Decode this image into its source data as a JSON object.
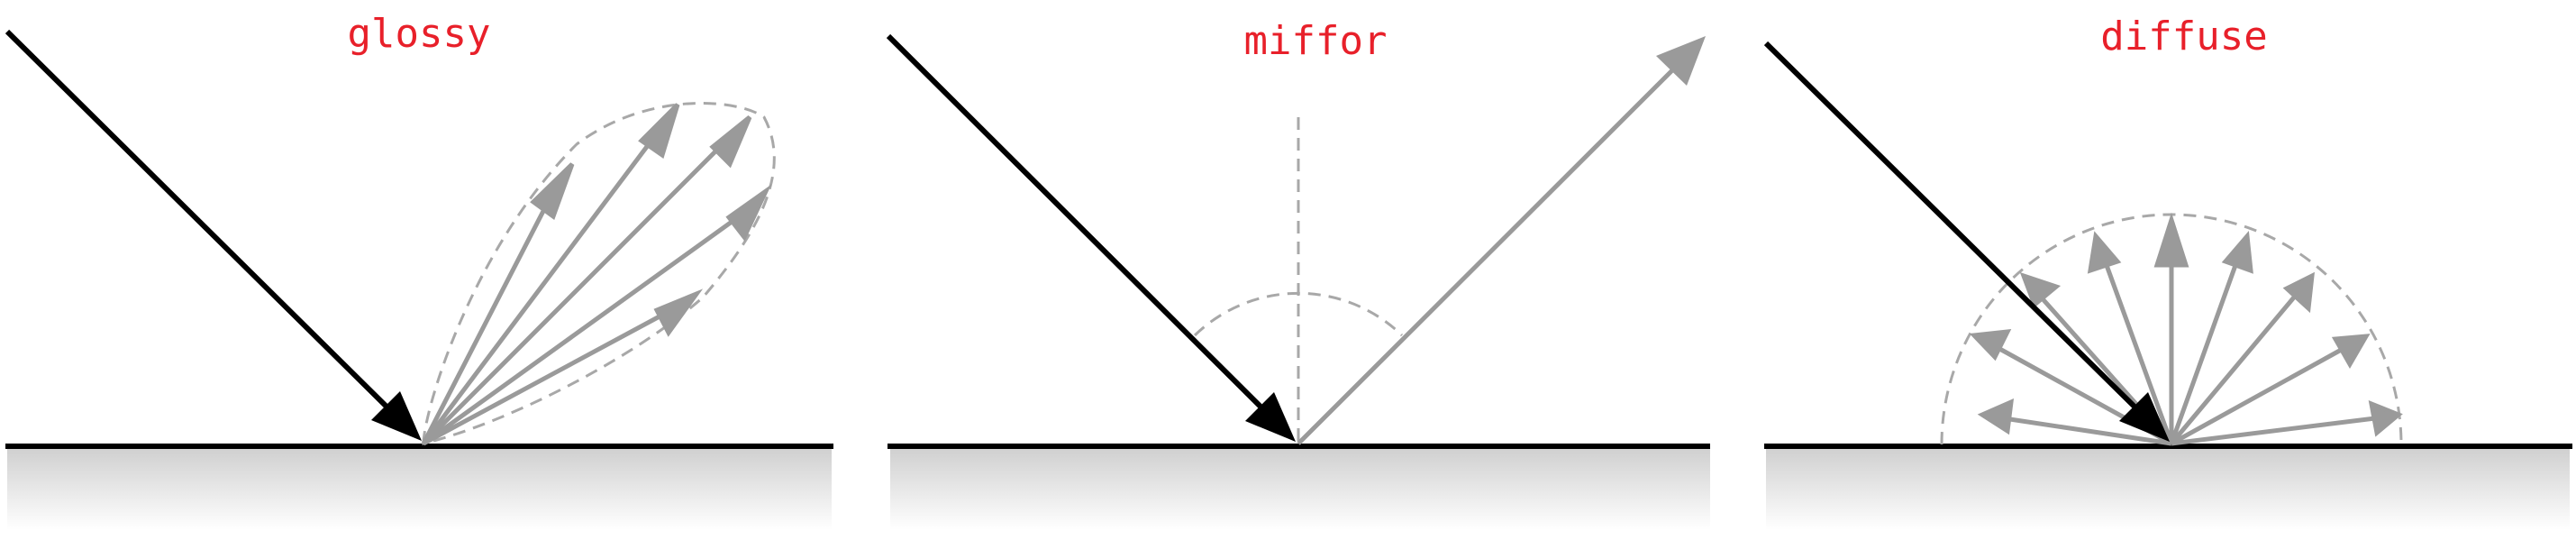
{
  "panels": [
    {
      "id": "glossy",
      "title": "glossy"
    },
    {
      "id": "mirror",
      "title": "miffor"
    },
    {
      "id": "diffuse",
      "title": "diffuse"
    }
  ],
  "colors": {
    "title": "#e8202a",
    "incident": "#000000",
    "reflected": "#9a9a9a",
    "guide": "#9a9a9a",
    "surface_top": "#d4d4d4",
    "surface_bottom": "#ffffff"
  }
}
